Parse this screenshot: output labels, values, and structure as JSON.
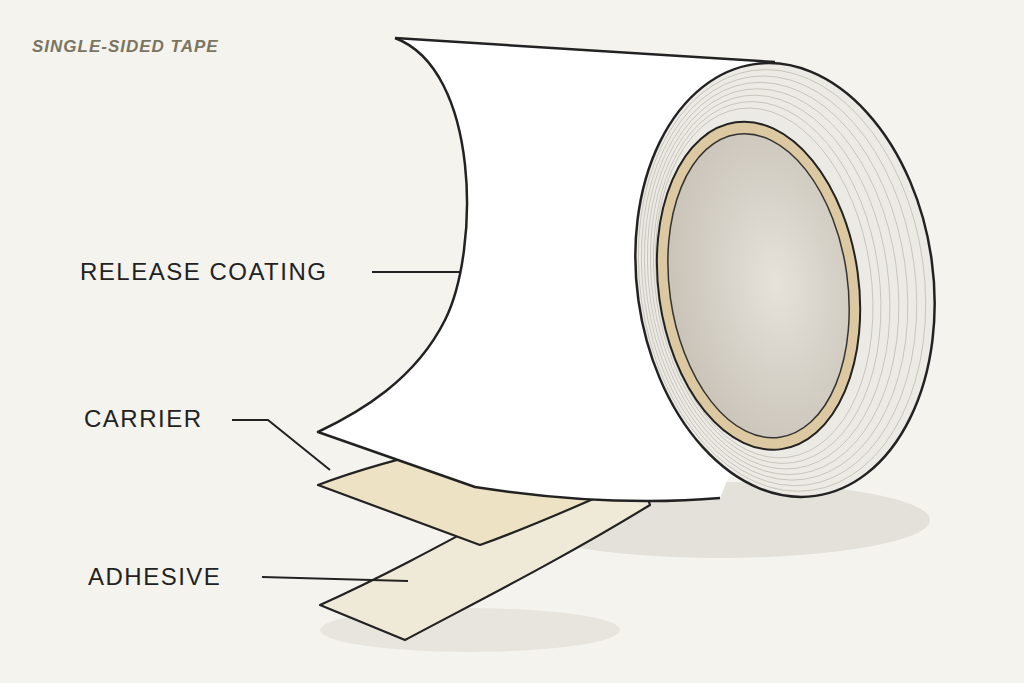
{
  "diagram": {
    "title": "SINGLE-SIDED TAPE",
    "labels": [
      "RELEASE COATING",
      "CARRIER",
      "ADHESIVE"
    ]
  }
}
